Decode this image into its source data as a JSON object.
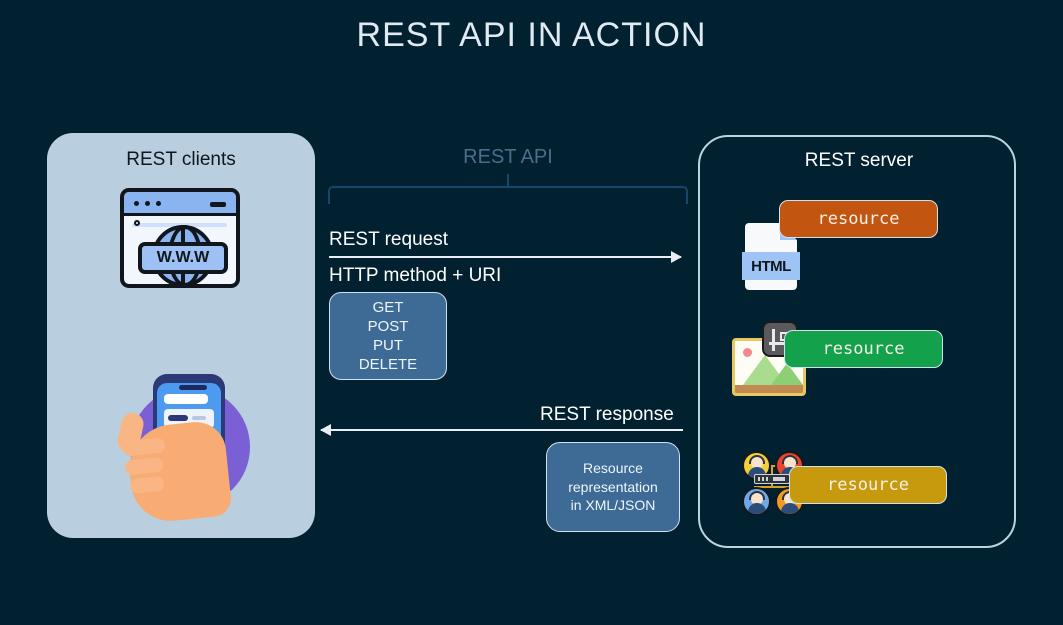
{
  "page": {
    "title": "REST API IN ACTION",
    "background_color": "#012030"
  },
  "clients": {
    "title": "REST clients",
    "panel_color": "#b9cfe0",
    "browser_icon": {
      "name": "browser-window-icon",
      "label": "W.W.W"
    },
    "mobile_icon": {
      "name": "hand-holding-phone-icon"
    }
  },
  "middle": {
    "api_label": "REST API",
    "api_label_color": "#4a6e8c",
    "request_label": "REST request",
    "request_sub_label": "HTTP method + URI",
    "response_label": "REST response",
    "methods": [
      "GET",
      "POST",
      "PUT",
      "DELETE"
    ],
    "methods_box_color": "#3d6b96",
    "response_box": {
      "line1": "Resource",
      "line2": "representation",
      "line3": "in XML/JSON"
    }
  },
  "server": {
    "title": "REST server",
    "border_color": "#bcd4e2",
    "resources": [
      {
        "label": "resource",
        "color": "#c25610",
        "icon": "html-file-icon",
        "icon_label": "HTML"
      },
      {
        "label": "resource",
        "color": "#13a14c",
        "icon": "image-crop-icon",
        "icon_label": ""
      },
      {
        "label": "resource",
        "color": "#c79a0e",
        "icon": "users-network-icon",
        "icon_label": ""
      }
    ]
  }
}
